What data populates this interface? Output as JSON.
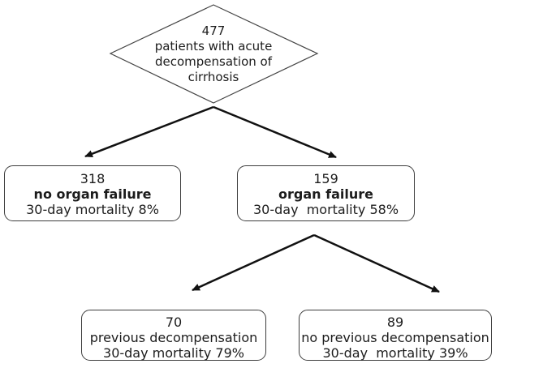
{
  "root": {
    "count": "477",
    "line1": "patients with acute",
    "line2": "decompensation of",
    "line3": "cirrhosis"
  },
  "nodes": [
    {
      "count": "318",
      "label": "no organ failure",
      "mortality": "30-day mortality 8%"
    },
    {
      "count": "159",
      "label": "organ failure",
      "mortality": "30-day  mortality 58%"
    },
    {
      "count": "70",
      "label": "previous decompensation",
      "mortality": "30-day mortality 79%"
    },
    {
      "count": "89",
      "label": "no previous decompensation",
      "mortality": "30-day  mortality 39%"
    }
  ],
  "colors": {
    "arrow": "#111111",
    "diamond_outline": "#444444",
    "box_border": "#3d3d3d",
    "text": "#1c1c1c",
    "background": "#ffffff"
  }
}
